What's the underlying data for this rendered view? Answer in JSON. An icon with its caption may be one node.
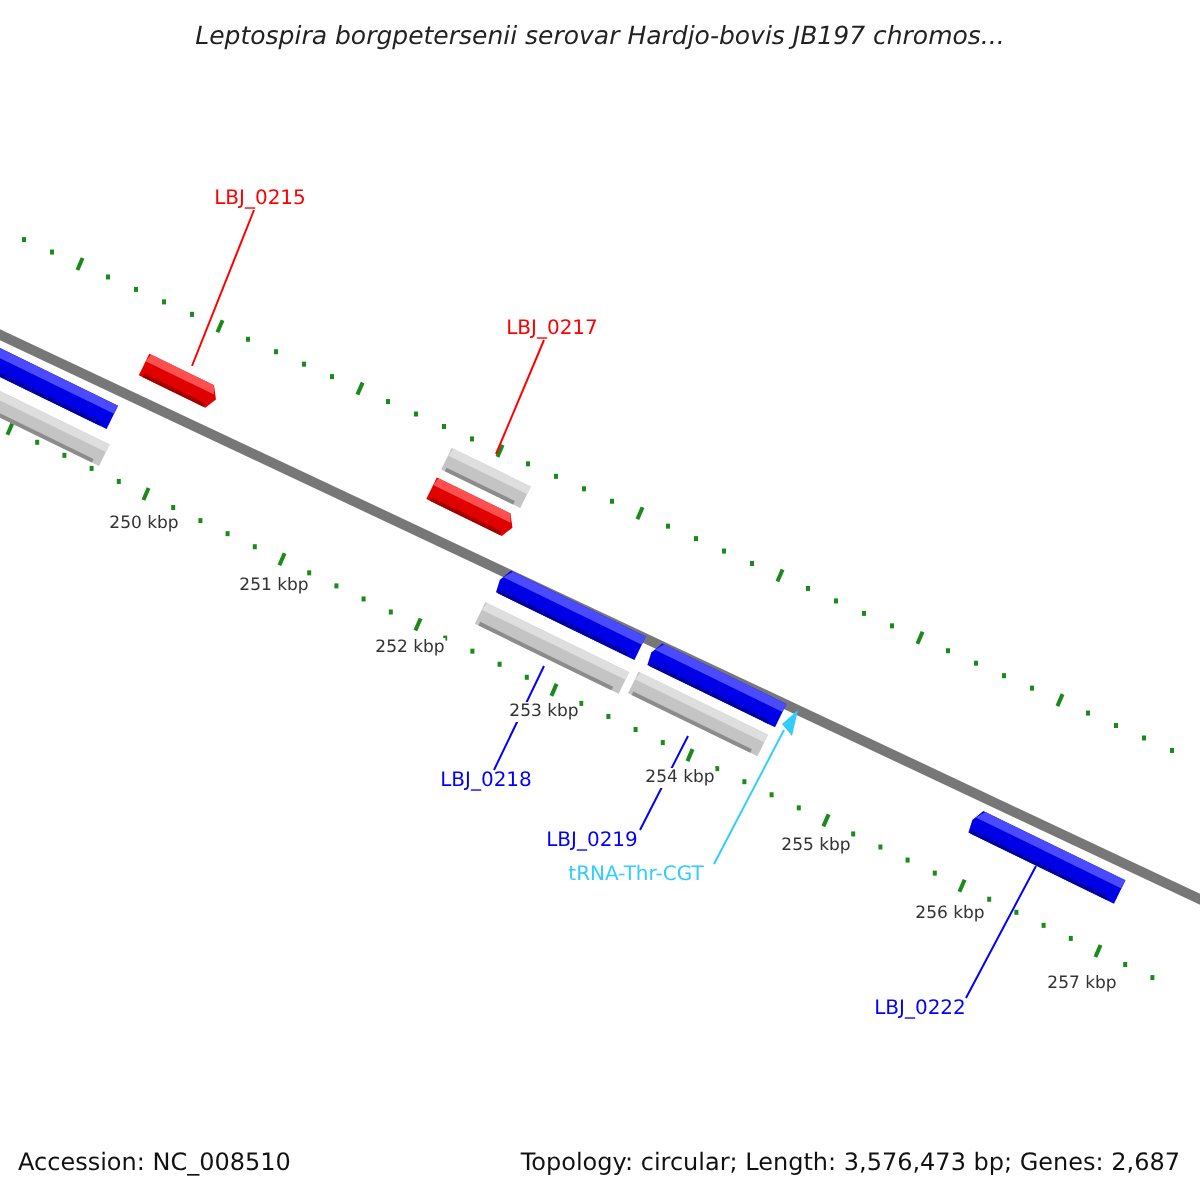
{
  "diagram": {
    "title": "Leptospira borgpetersenii serovar Hardjo-bovis JB197 chromos...",
    "nodes": [
      {
        "text": [
          "LBJ_0215"
        ]
      },
      {
        "text": [],
        "shape": "bar"
      },
      {
        "text": [
          "LBJ_0217"
        ]
      },
      {
        "text": [],
        "shape": "bar"
      },
      {
        "text": [
          "LBJ_0218"
        ]
      },
      {
        "text": [],
        "shape": "bar"
      },
      {
        "text": [
          "LBJ_0219"
        ]
      },
      {
        "text": [],
        "shape": "bar"
      },
      {
        "text": [
          "tRNA-Thr-CGT"
        ]
      },
      {
        "text": [],
        "shape": "triangle"
      },
      {
        "text": [
          "LBJ_0222"
        ]
      },
      {
        "text": [],
        "shape": "bar"
      },
      {
        "text": [],
        "shape": "bar"
      },
      {
        "text": [],
        "shape": "bar"
      },
      {
        "text": [],
        "shape": "bar"
      },
      {
        "text": [],
        "shape": "bar"
      },
      {
        "text": [],
        "shape": "bar"
      }
    ],
    "edges": [
      {
        "from": 0,
        "to": 1,
        "arrow": "none",
        "color": "#ff0000"
      },
      {
        "from": 2,
        "to": 3,
        "arrow": "none",
        "color": "#ff0000"
      },
      {
        "from": 4,
        "to": 5,
        "arrow": "none"
      },
      {
        "from": 6,
        "to": 7,
        "arrow": "none"
      },
      {
        "from": 8,
        "to": 9,
        "arrow": "none",
        "color": "#33ccff"
      },
      {
        "from": 10,
        "to": 11,
        "arrow": "none"
      }
    ],
    "labels": [
      "250 kbp",
      "251 kbp",
      "252 kbp",
      "253 kbp",
      "254 kbp",
      "255 kbp",
      "256 kbp",
      "257 kbp",
      "Accession: NC_008510",
      "Topology: circular; Length: 3,576,473 bp; Genes: 2,687"
    ]
  }
}
